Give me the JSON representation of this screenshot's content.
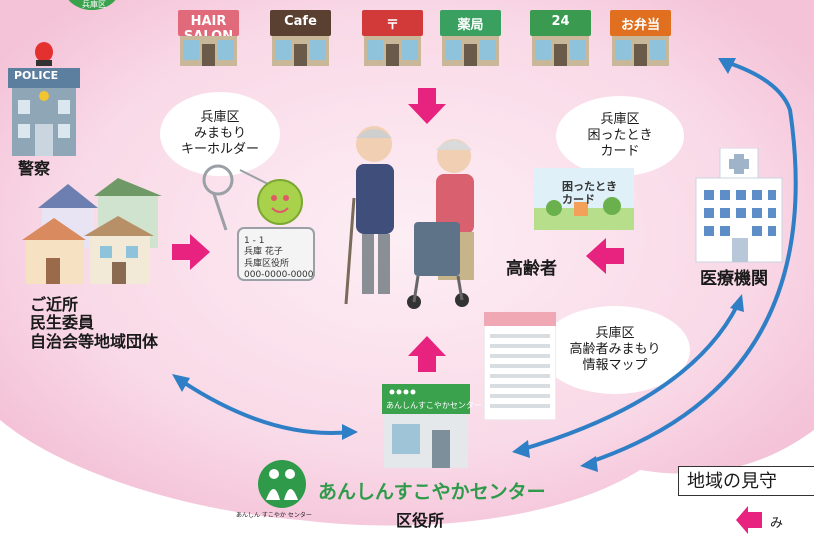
{
  "badge": "兵庫区",
  "police": {
    "sign": "POLICE",
    "label": "警察"
  },
  "neighbors": {
    "lines": [
      "ご近所",
      "民生委員",
      "自治会等地域団体"
    ]
  },
  "stores": [
    {
      "name": "hair-salon",
      "sign": "HAIR SALON",
      "color": "#e06a7a"
    },
    {
      "name": "cafe",
      "sign": "Cafe",
      "color": "#5a4030"
    },
    {
      "name": "post-office",
      "sign": "〒",
      "color": "#d23a3a"
    },
    {
      "name": "pharmacy",
      "sign": "薬局",
      "color": "#3aa060"
    },
    {
      "name": "convenience-store",
      "sign": "24",
      "color": "#3a9a50"
    },
    {
      "name": "bento-shop",
      "sign": "お弁当",
      "color": "#e07020"
    }
  ],
  "keyholder_bubble": {
    "lines": [
      "兵庫区",
      "みまもり",
      "キーホルダー"
    ]
  },
  "keyholder_tag": {
    "name": "兵庫 花子",
    "org": "兵庫区役所",
    "phone": "000-0000-0000",
    "number": "1 - 1"
  },
  "card_bubble": {
    "lines": [
      "兵庫区",
      "困ったとき",
      "カード"
    ]
  },
  "card_image": {
    "lines": [
      "困ったとき",
      "カード"
    ]
  },
  "elderly": {
    "label": "高齢者"
  },
  "medical": {
    "label": "医療機関"
  },
  "map_bubble": {
    "lines": [
      "兵庫区",
      "高齢者みまもり",
      "情報マップ"
    ]
  },
  "center": {
    "building_sign": "あんしんすこやかセンター",
    "name": "あんしんすこやかセンター",
    "logo_caption": "あんしん すこやか センター"
  },
  "ward_office": {
    "label": "区役所"
  },
  "title": "地域の見守",
  "legend": {
    "text": "み"
  },
  "colors": {
    "bg_pink": "#f7d3e2",
    "arrow_pink": "#e8237f",
    "arrow_blue": "#2f7fc7",
    "green": "#2e9a4a"
  }
}
